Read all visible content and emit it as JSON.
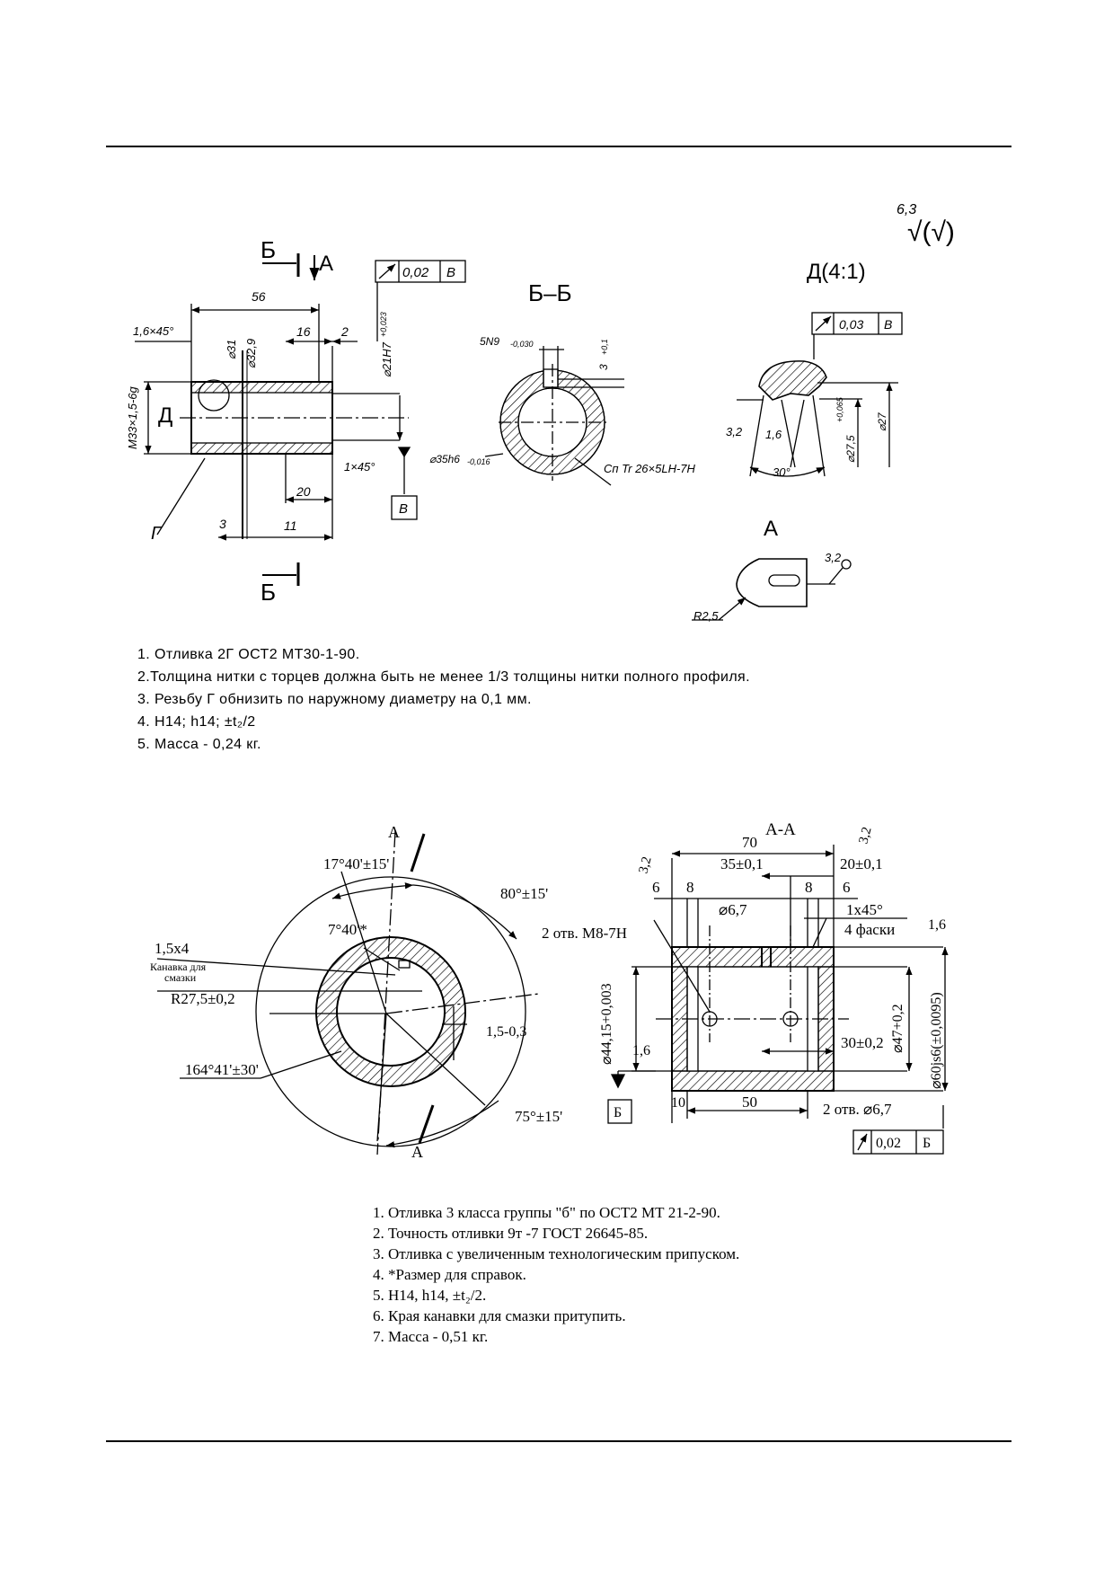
{
  "part1": {
    "roughness": {
      "value": "6,3",
      "symbol": "√(√)"
    },
    "section_labels": {
      "b": "Б",
      "a": "А",
      "bb": "Б–Б",
      "d": "Д(4:1)",
      "view_a": "А",
      "d_mark": "Д",
      "g_mark": "Г"
    },
    "tolerance_frames": [
      {
        "value": "0,02",
        "datum": "В"
      },
      {
        "value": "0,03",
        "datum": "В"
      }
    ],
    "datum": "В",
    "dims": {
      "len_56": "56",
      "chamfer_left": "1,6×45°",
      "d31": "⌀31",
      "d32_9": "⌀32,9",
      "len_16": "16",
      "len_2": "2",
      "bore": "⌀21H7",
      "bore_tol": "+0,023",
      "thread": "M33×1,5-6g",
      "chamfer_right": "1×45°",
      "len_20": "20",
      "len_3": "3",
      "len_11": "11",
      "key": "5N9",
      "key_tol": "-0,030",
      "key_depth": "3",
      "depth_tol": "+0,1",
      "shaft": "⌀35h6",
      "shaft_tol": "-0,016",
      "thread_inner": "Сп Tr 26×5LH-7H",
      "rough_3_2": "3,2",
      "rough_1_6": "1,6",
      "d27_5": "⌀27,5",
      "d27_5_tol": "+0,065",
      "d27": "⌀27",
      "angle_30": "30°",
      "r2_5": "R2,5"
    },
    "notes": [
      "1. Отливка 2Г ОСТ2 МТ30-1-90.",
      "2.Толщина нитки с торцев должна быть не менее 1/3 толщины нитки полного профиля.",
      "3. Резьбу Г обнизить по наружному диаметру на 0,1 мм.",
      "4. H14; h14; ±t₂/2",
      "5. Масса - 0,24 кг."
    ]
  },
  "part2": {
    "section_label": "А-А",
    "cut_a": "А",
    "angles": {
      "a1": "17°40'±15'",
      "a2": "80°±15'",
      "a3": "7°40'*",
      "a4": "164°41'±30'",
      "a5": "75°±15'"
    },
    "groove": {
      "size": "1,5x4",
      "label_line1": "Канавка для",
      "label_line2": "смазки",
      "radius": "R27,5±0,2",
      "depth": "1,5-0,3"
    },
    "dims": {
      "len_70": "70",
      "len_35": "35±0,1",
      "len_20": "20±0,1",
      "dim_6_left": "6",
      "dim_8_left": "8",
      "dim_8_right": "8",
      "dim_6_right": "6",
      "d6_7": "⌀6,7",
      "chamfer": "1x45°",
      "chamfer_count": "4 фаски",
      "holes_m8": "2 отв. M8-7H",
      "d44": "⌀44,15+0,003",
      "d47": "⌀47+0,2",
      "d60": "⌀60js6(±0,0095)",
      "len_30": "30±0,2",
      "len_10": "10",
      "len_50": "50",
      "holes_d6_7": "2 отв. ⌀6,7",
      "rough_3_2_left": "3,2",
      "rough_3_2_right": "3,2",
      "rough_1_6_left": "1,6",
      "rough_1_6_right": "1,6"
    },
    "tolerance_frame": {
      "value": "0,02",
      "datum": "Б"
    },
    "datum": "Б",
    "notes": [
      "1. Отливка 3 класса группы \"б\" по ОСТ2 МТ 21-2-90.",
      "2. Точность отливки 9т -7 ГОСТ 26645-85.",
      "3. Отливка с увеличенным технологическим припуском.",
      "4. *Размер для справок.",
      "5. H14, h14, ±t₂/2.",
      "6. Края канавки для смазки притупить.",
      "7. Масса - 0,51 кг."
    ]
  }
}
